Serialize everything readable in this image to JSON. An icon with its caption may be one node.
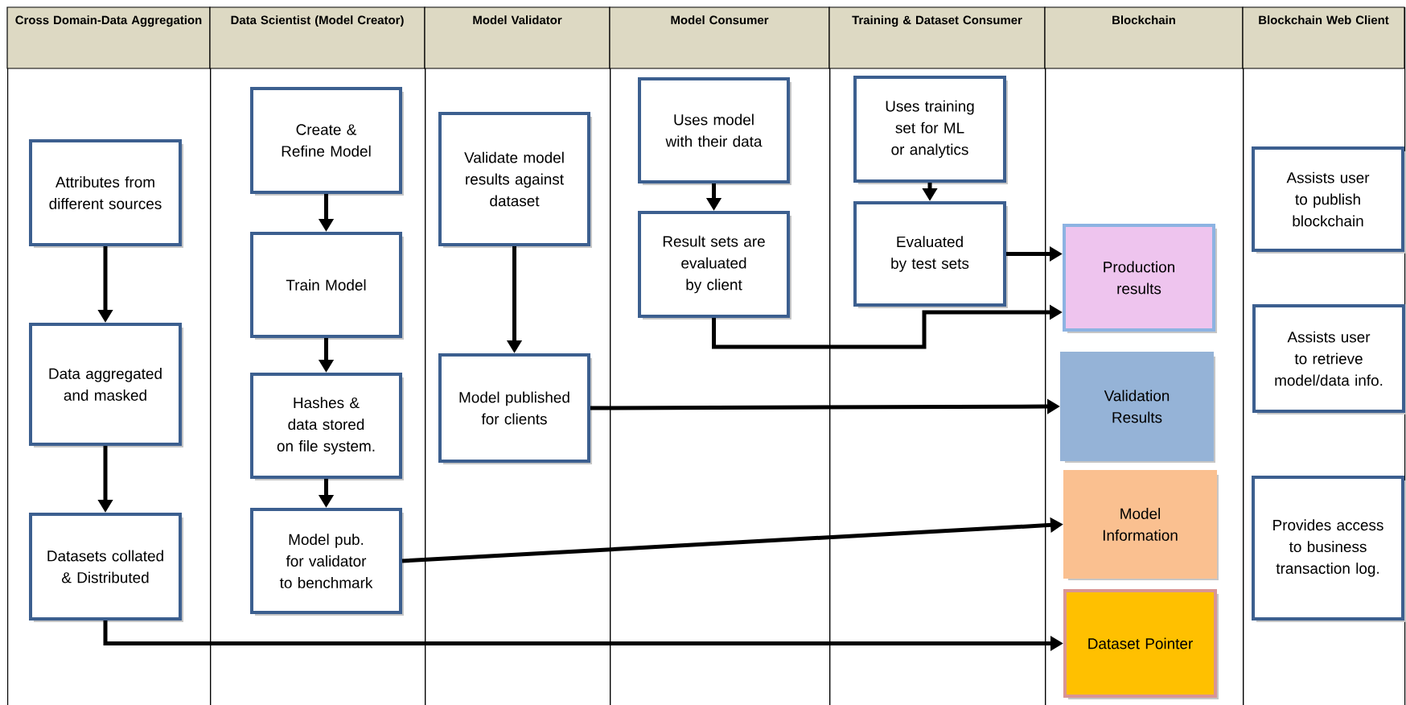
{
  "diagram": {
    "nodes": [
      {
        "text": [
          "Cross Domain-Data Aggregation"
        ]
      },
      {
        "text": [
          "Data Scientist (Model Creator)"
        ]
      },
      {
        "text": [
          "Model Validator"
        ]
      },
      {
        "text": [
          "Model  Consumer"
        ]
      },
      {
        "text": [
          "Training & Dataset Consumer"
        ]
      },
      {
        "text": [
          "Blockchain"
        ]
      },
      {
        "text": [
          "Blockchain Web Client"
        ]
      },
      {
        "text": [
          "Attributes from different sources"
        ],
        "in": 0
      },
      {
        "text": [
          "Data aggregated and masked"
        ],
        "in": 0
      },
      {
        "text": [
          "Datasets collated & Distributed"
        ],
        "in": 0
      },
      {
        "text": [
          "Create & Refine Model"
        ],
        "in": 1
      },
      {
        "text": [
          "Train Model"
        ],
        "in": 1
      },
      {
        "text": [
          "Hashes & data stored on file system."
        ],
        "in": 1
      },
      {
        "text": [
          "Model pub. for validator to benchmark"
        ],
        "in": 1
      },
      {
        "text": [
          "Validate model results against dataset"
        ],
        "in": 2
      },
      {
        "text": [
          "Model published for clients"
        ],
        "in": 2
      },
      {
        "text": [
          "Uses model with their data"
        ],
        "in": 3
      },
      {
        "text": [
          "Result sets are evaluated by client"
        ],
        "in": 3
      },
      {
        "text": [
          "Uses training set for ML or analytics"
        ],
        "in": 4
      },
      {
        "text": [
          "Evaluated by test sets"
        ],
        "in": 4
      },
      {
        "text": [
          "Production results"
        ],
        "in": 5
      },
      {
        "text": [
          "Validation Results"
        ],
        "in": 5
      },
      {
        "text": [
          "Model Information"
        ],
        "in": 5
      },
      {
        "text": [
          "Dataset Pointer"
        ],
        "in": 5
      },
      {
        "text": [
          "Assists user to publish blockchain"
        ],
        "in": 6
      },
      {
        "text": [
          "Assists user to retrieve model/data info."
        ],
        "in": 6
      },
      {
        "text": [
          "Provides access to business transaction log."
        ],
        "in": 6
      }
    ],
    "edges": [
      {
        "from": 7,
        "to": 8,
        "arrow": "to"
      },
      {
        "from": 8,
        "to": 9,
        "arrow": "to"
      },
      {
        "from": 9,
        "to": 23,
        "arrow": "to"
      },
      {
        "from": 10,
        "to": 11,
        "arrow": "to"
      },
      {
        "from": 11,
        "to": 12,
        "arrow": "to"
      },
      {
        "from": 12,
        "to": 13,
        "arrow": "to"
      },
      {
        "from": 13,
        "to": 22,
        "arrow": "to"
      },
      {
        "from": 14,
        "to": 15,
        "arrow": "to"
      },
      {
        "from": 15,
        "to": 21,
        "arrow": "to"
      },
      {
        "from": 16,
        "to": 17,
        "arrow": "to"
      },
      {
        "from": 18,
        "to": 19,
        "arrow": "to"
      },
      {
        "from": 19,
        "to": 20,
        "arrow": "to"
      },
      {
        "from": 17,
        "to": 20,
        "arrow": "to"
      }
    ]
  }
}
